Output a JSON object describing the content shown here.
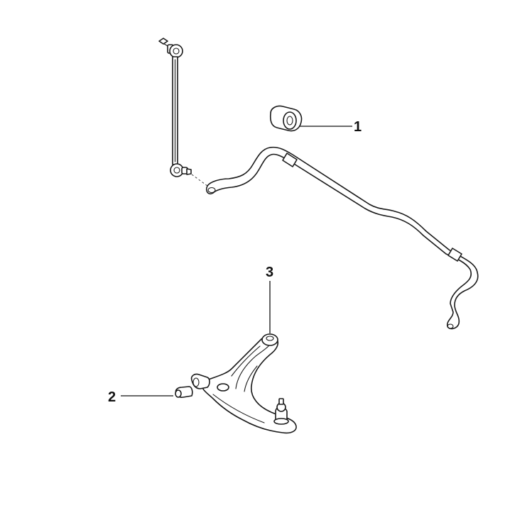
{
  "callouts": [
    {
      "label": "1",
      "part": "stabilizer-bushing"
    },
    {
      "label": "2",
      "part": "control-arm-bushing"
    },
    {
      "label": "3",
      "part": "control-arm-rear-bushing"
    }
  ]
}
